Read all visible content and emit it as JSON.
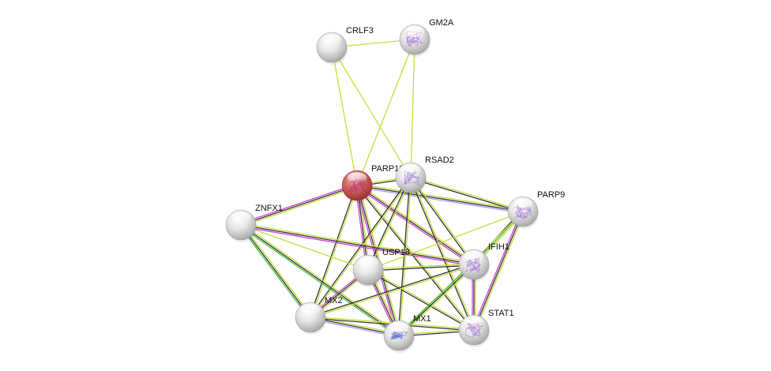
{
  "network": {
    "edge_colors": {
      "textmining": "#c8dc3c",
      "coexpression": "#333333",
      "experiments": "#d63fd6",
      "databases": "#3ec33e",
      "homology": "#9fa0ff"
    },
    "nodes": [
      {
        "id": "CRLF3",
        "label": "CRLF3",
        "query": false,
        "structure": false
      },
      {
        "id": "GM2A",
        "label": "GM2A",
        "query": false,
        "structure": true,
        "structure_color": "#a070d0"
      },
      {
        "id": "PARP12",
        "label": "PARP12",
        "query": true,
        "structure": true,
        "structure_color": "#b03060"
      },
      {
        "id": "RSAD2",
        "label": "RSAD2",
        "query": false,
        "structure": true,
        "structure_color": "#a070d0"
      },
      {
        "id": "ZNFX1",
        "label": "ZNFX1",
        "query": false,
        "structure": false
      },
      {
        "id": "PARP9",
        "label": "PARP9",
        "query": false,
        "structure": true,
        "structure_color": "#a070d0"
      },
      {
        "id": "USP18",
        "label": "USP18",
        "query": false,
        "structure": false
      },
      {
        "id": "IFIH1",
        "label": "IFIH1",
        "query": false,
        "structure": true,
        "structure_color": "#a070d0"
      },
      {
        "id": "MX2",
        "label": "MX2",
        "query": false,
        "structure": false
      },
      {
        "id": "MX1",
        "label": "MX1",
        "query": false,
        "structure": true,
        "structure_color": "#5060d0"
      },
      {
        "id": "STAT1",
        "label": "STAT1",
        "query": false,
        "structure": true,
        "structure_color": "#a070d0"
      }
    ],
    "edges": [
      {
        "source": "CRLF3",
        "target": "GM2A",
        "types": [
          "textmining"
        ]
      },
      {
        "source": "CRLF3",
        "target": "PARP12",
        "types": [
          "textmining"
        ]
      },
      {
        "source": "CRLF3",
        "target": "RSAD2",
        "types": [
          "textmining"
        ]
      },
      {
        "source": "GM2A",
        "target": "PARP12",
        "types": [
          "textmining"
        ]
      },
      {
        "source": "GM2A",
        "target": "RSAD2",
        "types": [
          "textmining"
        ]
      },
      {
        "source": "PARP12",
        "target": "RSAD2",
        "types": [
          "textmining",
          "coexpression"
        ]
      },
      {
        "source": "PARP12",
        "target": "PARP9",
        "types": [
          "textmining",
          "coexpression",
          "homology"
        ]
      },
      {
        "source": "PARP12",
        "target": "ZNFX1",
        "types": [
          "textmining",
          "coexpression",
          "experiments"
        ]
      },
      {
        "source": "PARP12",
        "target": "USP18",
        "types": [
          "textmining",
          "coexpression",
          "experiments"
        ]
      },
      {
        "source": "PARP12",
        "target": "IFIH1",
        "types": [
          "textmining",
          "coexpression",
          "experiments"
        ]
      },
      {
        "source": "PARP12",
        "target": "MX2",
        "types": [
          "textmining",
          "coexpression"
        ]
      },
      {
        "source": "PARP12",
        "target": "MX1",
        "types": [
          "textmining",
          "coexpression",
          "experiments"
        ]
      },
      {
        "source": "PARP12",
        "target": "STAT1",
        "types": [
          "textmining",
          "coexpression"
        ]
      },
      {
        "source": "RSAD2",
        "target": "PARP9",
        "types": [
          "textmining",
          "coexpression"
        ]
      },
      {
        "source": "RSAD2",
        "target": "USP18",
        "types": [
          "textmining",
          "coexpression"
        ]
      },
      {
        "source": "RSAD2",
        "target": "IFIH1",
        "types": [
          "textmining",
          "coexpression"
        ]
      },
      {
        "source": "RSAD2",
        "target": "MX2",
        "types": [
          "textmining",
          "coexpression"
        ]
      },
      {
        "source": "RSAD2",
        "target": "MX1",
        "types": [
          "textmining",
          "coexpression"
        ]
      },
      {
        "source": "RSAD2",
        "target": "STAT1",
        "types": [
          "textmining",
          "coexpression"
        ]
      },
      {
        "source": "ZNFX1",
        "target": "IFIH1",
        "types": [
          "textmining",
          "coexpression",
          "experiments"
        ]
      },
      {
        "source": "ZNFX1",
        "target": "MX2",
        "types": [
          "textmining",
          "coexpression",
          "databases"
        ]
      },
      {
        "source": "ZNFX1",
        "target": "MX1",
        "types": [
          "textmining",
          "coexpression",
          "databases"
        ]
      },
      {
        "source": "ZNFX1",
        "target": "USP18",
        "types": [
          "textmining"
        ]
      },
      {
        "source": "PARP9",
        "target": "USP18",
        "types": [
          "textmining"
        ]
      },
      {
        "source": "PARP9",
        "target": "IFIH1",
        "types": [
          "textmining",
          "databases",
          "coexpression"
        ]
      },
      {
        "source": "PARP9",
        "target": "STAT1",
        "types": [
          "textmining",
          "coexpression",
          "experiments"
        ]
      },
      {
        "source": "PARP9",
        "target": "MX1",
        "types": [
          "textmining"
        ]
      },
      {
        "source": "USP18",
        "target": "IFIH1",
        "types": [
          "textmining",
          "coexpression"
        ]
      },
      {
        "source": "USP18",
        "target": "MX2",
        "types": [
          "textmining",
          "coexpression",
          "experiments"
        ]
      },
      {
        "source": "USP18",
        "target": "MX1",
        "types": [
          "textmining",
          "coexpression",
          "experiments"
        ]
      },
      {
        "source": "USP18",
        "target": "STAT1",
        "types": [
          "textmining",
          "coexpression"
        ]
      },
      {
        "source": "IFIH1",
        "target": "MX2",
        "types": [
          "textmining",
          "coexpression"
        ]
      },
      {
        "source": "IFIH1",
        "target": "MX1",
        "types": [
          "textmining",
          "coexpression",
          "databases"
        ]
      },
      {
        "source": "IFIH1",
        "target": "STAT1",
        "types": [
          "textmining",
          "coexpression",
          "experiments"
        ]
      },
      {
        "source": "MX2",
        "target": "MX1",
        "types": [
          "textmining",
          "coexpression",
          "homology"
        ]
      },
      {
        "source": "MX2",
        "target": "STAT1",
        "types": [
          "textmining",
          "coexpression"
        ]
      },
      {
        "source": "MX1",
        "target": "STAT1",
        "types": [
          "textmining",
          "coexpression"
        ]
      }
    ]
  }
}
